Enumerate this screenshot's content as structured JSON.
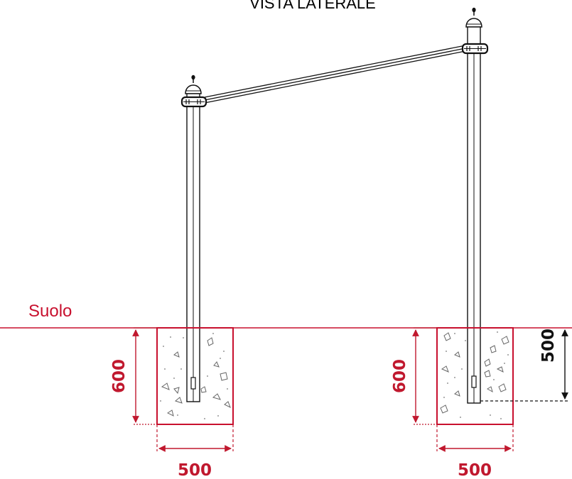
{
  "diagram": {
    "title": "VISTA LATERALE",
    "ground_label": "Suolo",
    "left_footing": {
      "depth": "600",
      "width": "500"
    },
    "right_footing": {
      "depth": "600",
      "width": "500",
      "embed_depth": "500"
    }
  },
  "colors": {
    "accent_red": "#c8102e",
    "line": "#111111",
    "background": "#ffffff"
  }
}
